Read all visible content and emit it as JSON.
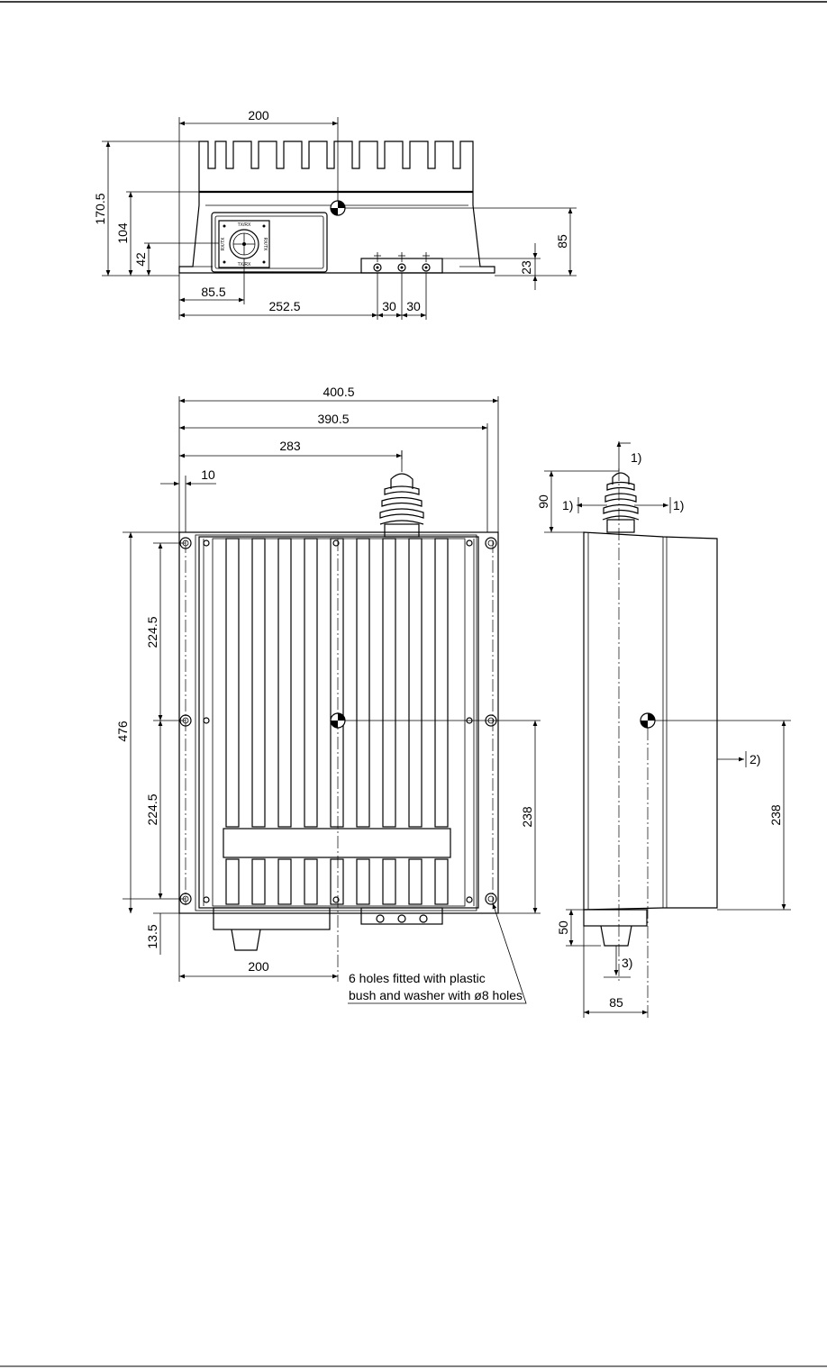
{
  "top_view": {
    "dims": {
      "width_to_cog": "200",
      "total_height": "170.5",
      "body_height": "104",
      "connector_height": "42",
      "connector_x": "85.5",
      "terminal_x": "252.5",
      "terminal_pitch_1": "30",
      "terminal_pitch_2": "30",
      "cog_height": "85",
      "terminal_height": "23"
    },
    "connector_labels": [
      "TX/RX",
      "RX/TX",
      "TX/RX",
      "RX/TX"
    ]
  },
  "front_view": {
    "dims": {
      "overall_width": "400.5",
      "hole_spacing_width": "390.5",
      "insulator_x": "283",
      "edge_offset": "10",
      "total_height": "476",
      "upper_hole_spacing": "224.5",
      "lower_hole_spacing": "224.5",
      "bottom_offset": "13.5",
      "cog_height": "238",
      "cog_x": "200"
    },
    "note_line1": "6 holes fitted with plastic",
    "note_line2": "bush and washer with ø8 holes"
  },
  "side_view": {
    "dims": {
      "insulator_height": "90",
      "cog_height": "238",
      "connector_length": "50",
      "depth": "85"
    },
    "notes": {
      "top": "1)",
      "left": "1)",
      "right": "1)",
      "side": "2)",
      "bottom": "3)"
    }
  }
}
